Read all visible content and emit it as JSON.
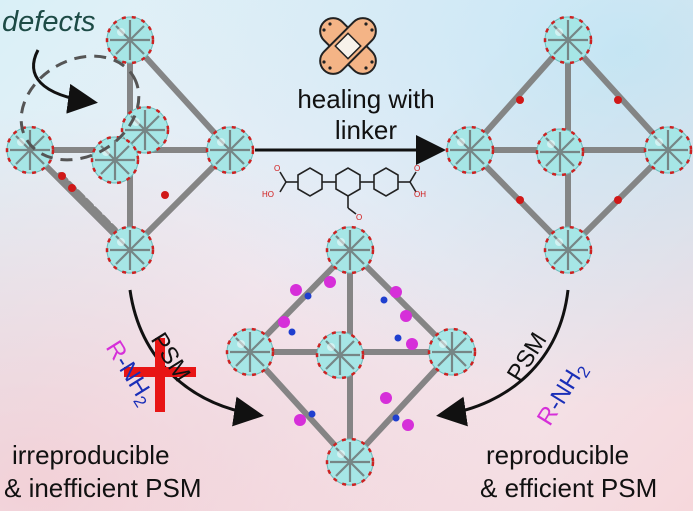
{
  "labels": {
    "defects": "defects",
    "healing_line1": "healing with",
    "healing_line2": "linker",
    "psm_left": "PSM",
    "r_left": "R",
    "nh_left": "-NH",
    "sub_left": "2",
    "psm_right": "PSM",
    "r_right": "R",
    "nh_right": "-NH",
    "sub_right": "2",
    "irreproducible_line1": "irreproducible",
    "irreproducible_line2": "& inefficient PSM",
    "reproducible_line1": "reproducible",
    "reproducible_line2": "& efficient PSM"
  },
  "molecule_labels": {
    "ho_left": "HO",
    "oh_right": "OH",
    "o_left": "O",
    "o_right": "O",
    "o_aldehyde": "O"
  },
  "colors": {
    "cluster": "#9fe3e3",
    "linker": "#7d7d7d",
    "oxygen": "#d01818",
    "nitrogen": "#1f3fcf",
    "r_group": "#d62fd9",
    "cross": "#e81515",
    "bandage": "#f4b486"
  }
}
